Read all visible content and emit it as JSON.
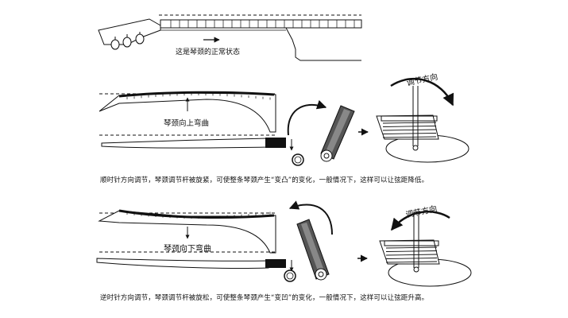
{
  "labels": {
    "normal_state": "这是琴颈的正常状态",
    "bend_up": "琴颈向上弯曲",
    "bend_down": "琴颈向下弯曲",
    "direction_1": "调节方向",
    "direction_2": "调节方向"
  },
  "captions": {
    "clockwise": "顺时针方向调节，琴颈调节杆被旋紧，可使整条琴颈产生“变凸”的变化，一般情况下，这样可以让弦距降低。",
    "counterclockwise": "逆时针方向调节，琴颈调节杆被旋松，可使整条琴颈产生“变凹”的变化，一般情况下，这样可以让弦距升高。"
  }
}
